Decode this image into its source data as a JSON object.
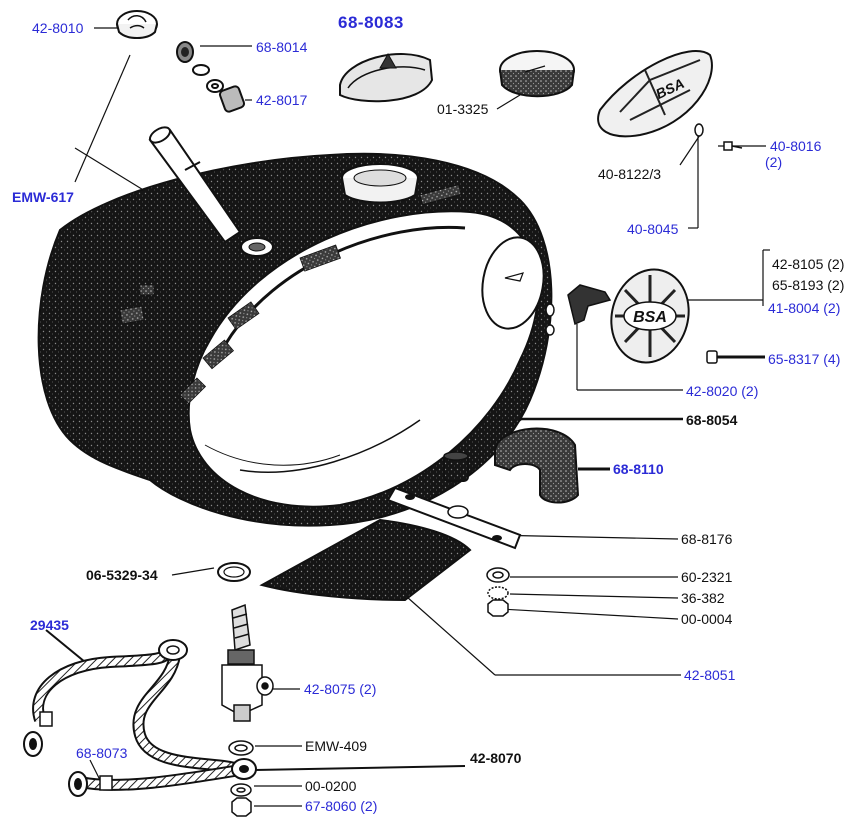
{
  "colors": {
    "blue_label": "#2b2bd6",
    "black_label": "#111111",
    "line": "#111111"
  },
  "emblem": {
    "text": "BSA"
  },
  "labels": {
    "p42_8010": "42-8010",
    "p68_8014": "68-8014",
    "p68_8083": "68-8083",
    "p42_8017": "42-8017",
    "p01_3325": "01-3325",
    "emw_617": "EMW-617",
    "p40_8122_3": "40-8122/3",
    "p40_8016": "40-8016",
    "p40_8016_qty": "(2)",
    "p40_8045": "40-8045",
    "p42_8105": "42-8105 (2)",
    "p65_8193": "65-8193 (2)",
    "p41_8004": "41-8004 (2)",
    "p65_8317": "65-8317 (4)",
    "p42_8020": "42-8020 (2)",
    "p68_8054": "68-8054",
    "p68_8110": "68-8110",
    "p68_8176": "68-8176",
    "p06_5329_34": "06-5329-34",
    "p60_2321": "60-2321",
    "p36_382": "36-382",
    "p00_0004": "00-0004",
    "p29435": "29435",
    "p42_8051": "42-8051",
    "p42_8075": "42-8075 (2)",
    "emw_409": "EMW-409",
    "p68_8073": "68-8073",
    "p42_8070": "42-8070",
    "p00_0200": "00-0200",
    "p67_8060": "67-8060 (2)"
  }
}
